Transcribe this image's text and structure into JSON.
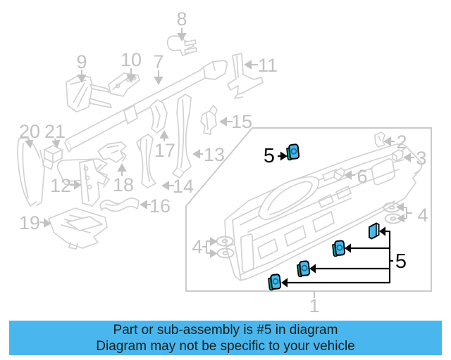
{
  "banner": {
    "line1": "Part or sub-assembly is #5 in diagram",
    "line2": "Diagram may not be specific to your vehicle",
    "background_color": "#4ab6ee",
    "text_color": "#13201a"
  },
  "diagram": {
    "highlight": {
      "part_number": "5",
      "clip_fill": "#4cb8e8",
      "clip_side": "#0aa093",
      "clip_circle": "#0d6d9a",
      "callout_color": "#0a0a0a"
    },
    "colors": {
      "line": "#d2d2d2",
      "label": "#c2c2c2",
      "box": "#cbcbcb"
    },
    "labels": {
      "part1": "1",
      "part2": "2",
      "part3": "3",
      "part4_left": "4",
      "part4_right": "4",
      "part5_top": "5",
      "part5_group": "5",
      "part6": "6",
      "part7": "7",
      "part8": "8",
      "part9": "9",
      "part10": "10",
      "part11": "11",
      "part12": "12",
      "part13": "13",
      "part14": "14",
      "part15": "15",
      "part16": "16",
      "part17": "17",
      "part18": "18",
      "part19": "19",
      "part20": "20",
      "part21": "21"
    }
  }
}
